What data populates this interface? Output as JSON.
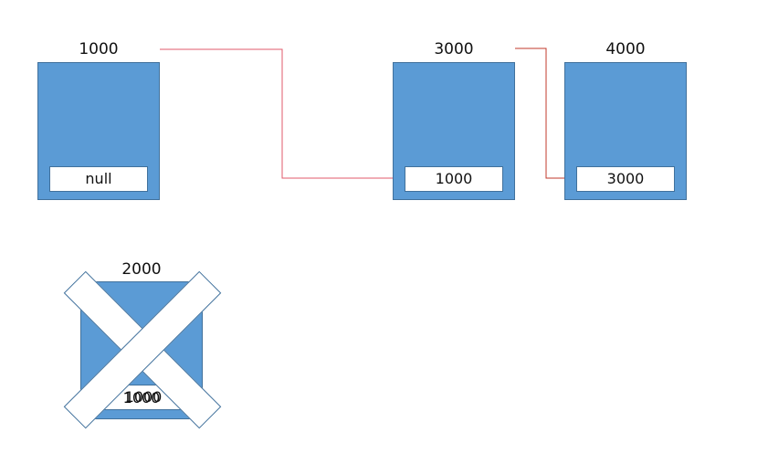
{
  "nodes": [
    {
      "id": "n1000",
      "address": "1000",
      "value": "null"
    },
    {
      "id": "n3000",
      "address": "3000",
      "value": "1000"
    },
    {
      "id": "n4000",
      "address": "4000",
      "value": "3000"
    },
    {
      "id": "n2000",
      "address": "2000",
      "value": "1000",
      "deleted": true
    }
  ],
  "colors": {
    "node_fill": "#5b9bd5",
    "node_border": "#41719c",
    "value_fill": "#ffffff",
    "link_line": "#e05a6b"
  }
}
